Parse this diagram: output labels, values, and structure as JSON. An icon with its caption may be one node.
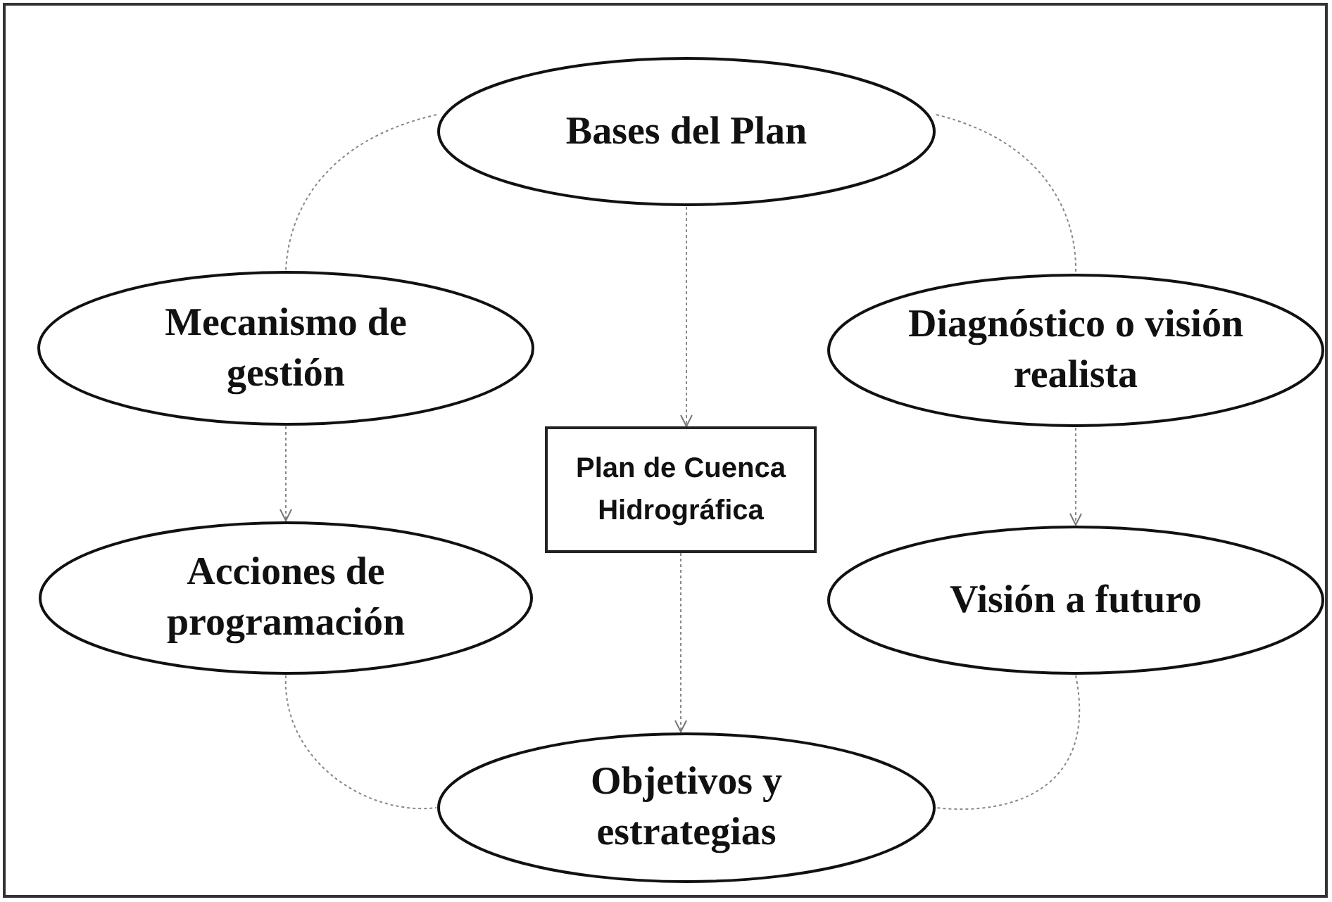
{
  "diagram": {
    "nodes": [
      {
        "text": [
          "Bases del Plan"
        ]
      },
      {
        "text": [
          "Mecanismo de gestión"
        ]
      },
      {
        "text": [
          "Diagnóstico o visión realista"
        ]
      },
      {
        "text": [
          "Plan de Cuenca Hidrográfica"
        ]
      },
      {
        "text": [
          "Acciones de programación"
        ]
      },
      {
        "text": [
          "Visión a futuro"
        ]
      },
      {
        "text": [
          "Objetivos y estrategias"
        ]
      }
    ],
    "edges": [
      {
        "from": 0,
        "to": 1,
        "arrow": "none"
      },
      {
        "from": 0,
        "to": 2,
        "arrow": "none"
      },
      {
        "from": 0,
        "to": 3,
        "arrow": "to"
      },
      {
        "from": 1,
        "to": 4,
        "arrow": "to"
      },
      {
        "from": 2,
        "to": 5,
        "arrow": "to"
      },
      {
        "from": 3,
        "to": 6,
        "arrow": "to"
      },
      {
        "from": 4,
        "to": 6,
        "arrow": "none"
      },
      {
        "from": 5,
        "to": 6,
        "arrow": "none"
      }
    ]
  }
}
